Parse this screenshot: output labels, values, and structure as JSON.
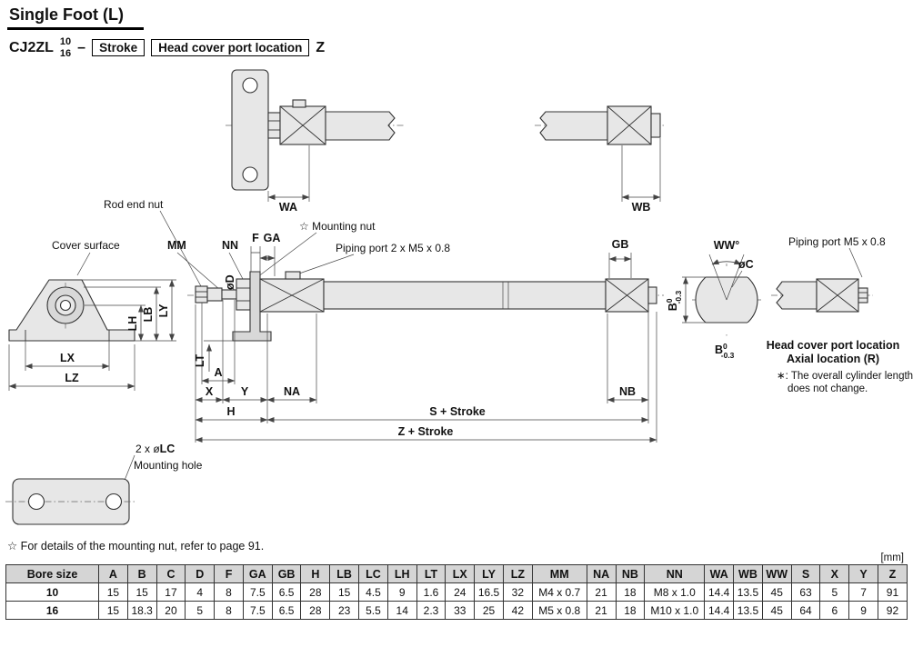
{
  "page": {
    "title": "Single Foot (L)",
    "footnote": "☆ For details of the mounting nut, refer to page 91.",
    "unit_note": "[mm]"
  },
  "model": {
    "series": "CJ2ZL",
    "bore_top": "10",
    "bore_bottom": "16",
    "separator": "–",
    "stroke_box": "Stroke",
    "port_box": "Head cover port location",
    "suffix": "Z"
  },
  "diagram": {
    "rod_end_nut": "Rod end nut",
    "cover_surface": "Cover surface",
    "mounting_nut": "☆ Mounting nut",
    "piping_port_double": "Piping port 2 x M5 x 0.8",
    "piping_port_single": "Piping port M5 x 0.8",
    "head_cover_loc_1": "Head cover port location",
    "head_cover_loc_2": "Axial location (R)",
    "cyl_note_1": "∗: The overall cylinder length",
    "cyl_note_2": "does not change.",
    "lc_prefix": "2 x ø",
    "lc": "LC",
    "mounting_hole": "Mounting hole",
    "dims": {
      "wa": "WA",
      "wb": "WB",
      "mm": "MM",
      "nn": "NN",
      "f": "F",
      "ga": "GA",
      "gb": "GB",
      "od": "øD",
      "lt": "LT",
      "a": "A",
      "x": "X",
      "y": "Y",
      "na": "NA",
      "nb": "NB",
      "h": "H",
      "s_stroke": "S + Stroke",
      "z_stroke": "Z + Stroke",
      "lh": "LH",
      "lb": "LB",
      "ly": "LY",
      "lx": "LX",
      "lz": "LZ",
      "ww": "WW°",
      "oc": "øC",
      "b": "B",
      "b_sup": "0",
      "b_sub": "-0.3"
    }
  },
  "table": {
    "headers": [
      "Bore size",
      "A",
      "B",
      "C",
      "D",
      "F",
      "GA",
      "GB",
      "H",
      "LB",
      "LC",
      "LH",
      "LT",
      "LX",
      "LY",
      "LZ",
      "MM",
      "NA",
      "NB",
      "NN",
      "WA",
      "WB",
      "WW",
      "S",
      "X",
      "Y",
      "Z"
    ],
    "rows": [
      [
        "10",
        "15",
        "15",
        "17",
        "4",
        "8",
        "7.5",
        "6.5",
        "28",
        "15",
        "4.5",
        "9",
        "1.6",
        "24",
        "16.5",
        "32",
        "M4 x 0.7",
        "21",
        "18",
        "M8 x 1.0",
        "14.4",
        "13.5",
        "45",
        "63",
        "5",
        "7",
        "91"
      ],
      [
        "16",
        "15",
        "18.3",
        "20",
        "5",
        "8",
        "7.5",
        "6.5",
        "28",
        "23",
        "5.5",
        "14",
        "2.3",
        "33",
        "25",
        "42",
        "M5 x 0.8",
        "21",
        "18",
        "M10 x 1.0",
        "14.4",
        "13.5",
        "45",
        "64",
        "6",
        "9",
        "92"
      ]
    ]
  }
}
